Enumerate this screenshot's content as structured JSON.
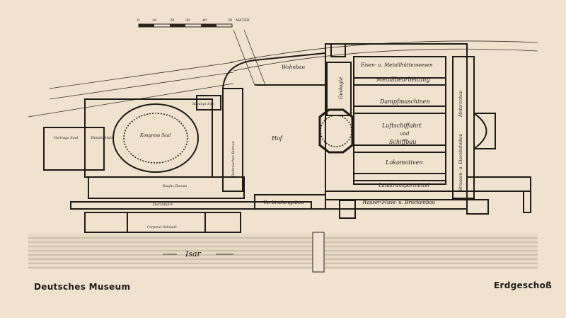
{
  "caption": {
    "left": "Deutsches Museum",
    "right": "Erdgeschoß"
  },
  "scale": {
    "ticks": [
      "0",
      "10",
      "20",
      "30",
      "40",
      "50"
    ],
    "unit": "METER"
  },
  "river": "Isar",
  "labels": {
    "wohnbau": "Wohnbau",
    "eisen": "Eisen- u. Metallhüttenwesen",
    "metall": "Metallbearbeitung",
    "dampf": "Dampfmaschinen",
    "luft": "Luftschiffahrt",
    "und": "und",
    "schiff": "Schiffbau",
    "lokomotiven": "Lokomotiven",
    "landtransport": "Landtransportmittel",
    "wasser": "Wasser-Fluss- u. Brückenbau",
    "verbindungsbau": "Verbindungsbau",
    "geologie": "Geologie",
    "hof": "Hof",
    "kongress_saal": "Kongress Saal",
    "vortrags_saal": "Vortrags Saal",
    "wandel_halle": "Wandel Halle",
    "sitzungs_saal": "Sitzungs Saal",
    "technisches_bureau": "Technisches Bureau",
    "kaufm_bureau": "Kaufm. Bureau",
    "durchfahrt": "Durchfahrt",
    "strassen_eisenbahnbau": "Strassen- u. Eisenbahnbau",
    "motorenbau": "Motorenbau",
    "corporal_gebaeude": "Corporal Gebäude"
  }
}
